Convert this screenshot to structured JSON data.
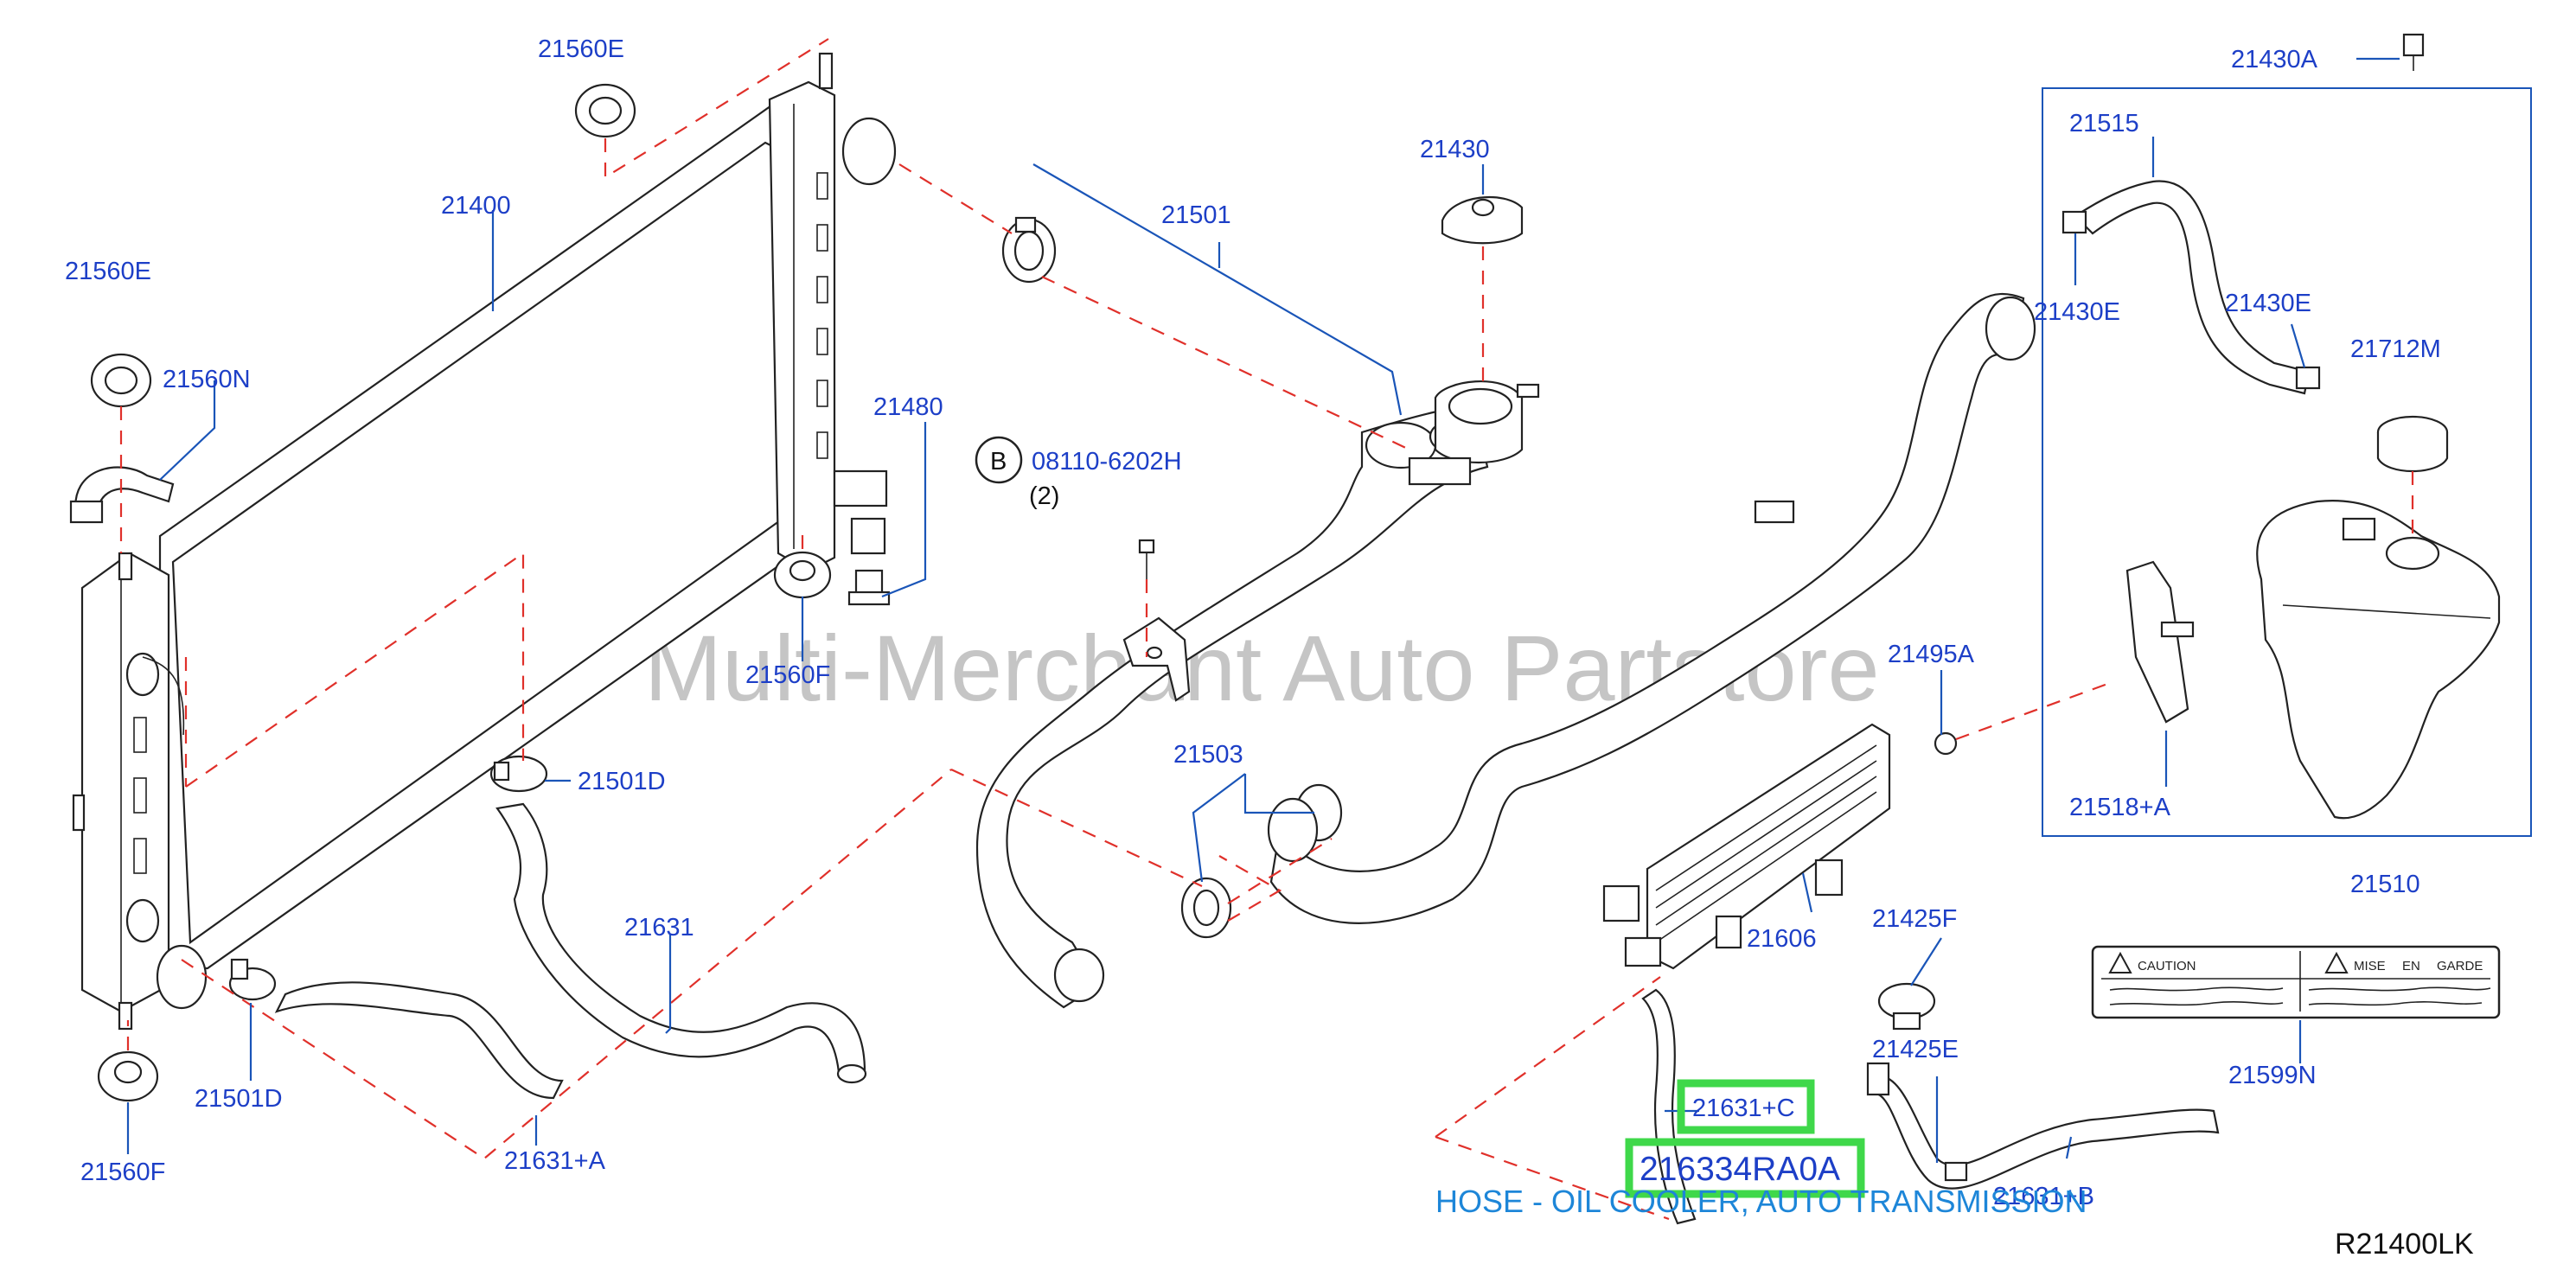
{
  "watermark": "Multi-Merchant Auto Partstore",
  "reference_code": "R21400LK",
  "caption": "HOSE - OIL COOLER, AUTO TRANSMISSION",
  "highlighted": {
    "callout": "21631+C",
    "part_number": "216334RA0A",
    "highlight_color": "#3fd84a"
  },
  "bolt_note": {
    "marker": "B",
    "part": "08110-6202H",
    "qty": "(2)"
  },
  "caution_label": {
    "caution": "CAUTION",
    "mise": "MISE",
    "en": "EN",
    "garde": "GARDE"
  },
  "labels": {
    "p21560E_top": "21560E",
    "p21400": "21400",
    "p21560E_left": "21560E",
    "p21560N": "21560N",
    "p21480": "21480",
    "p21560F_mid": "21560F",
    "p21501D_mid": "21501D",
    "p21501D_low": "21501D",
    "p21560F_low": "21560F",
    "p21631": "21631",
    "p21631A": "21631+A",
    "p21501": "21501",
    "p21430": "21430",
    "p21503": "21503",
    "p21606": "21606",
    "p21495A": "21495A",
    "p21425F": "21425F",
    "p21425E": "21425E",
    "p21631B": "21631+B",
    "p21430A": "21430A",
    "p21515": "21515",
    "p21430E_left": "21430E",
    "p21430E_right": "21430E",
    "p21712M": "21712M",
    "p21518A": "21518+A",
    "p21510": "21510",
    "p21599N": "21599N"
  },
  "colors": {
    "label": "#1d3fc7",
    "dash": "#e0302a",
    "caption": "#1d86d8"
  }
}
